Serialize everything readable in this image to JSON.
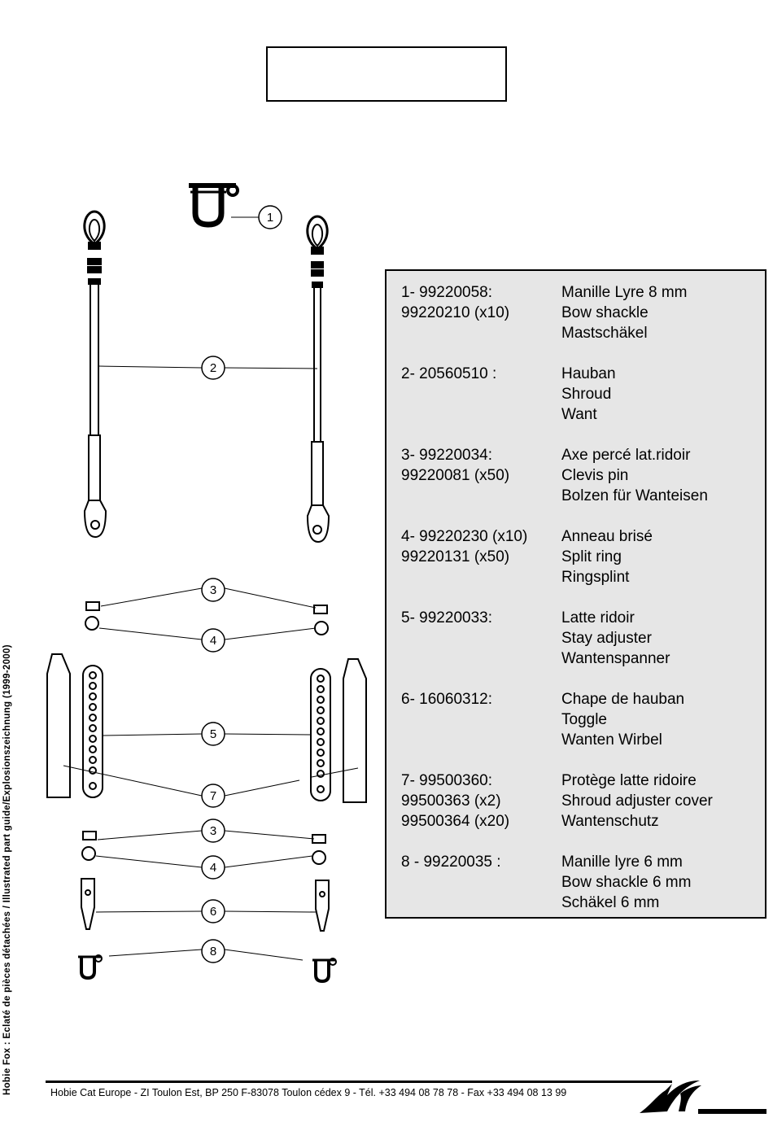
{
  "side_caption": "Hobie  Fox  :  Eclaté  de  pièces  détachées  /  Illustrated  part  guide/Explosionszeichnung  (1999-2000)",
  "callouts": [
    "1",
    "2",
    "3",
    "4",
    "5",
    "7",
    "3",
    "4",
    "6",
    "8"
  ],
  "parts": [
    {
      "ref": [
        "1-  99220058:",
        "     99220210 (x10)"
      ],
      "desc": [
        "Manille Lyre 8 mm",
        "Bow shackle",
        "Mastschäkel"
      ]
    },
    {
      "ref": [
        "2-  20560510 :"
      ],
      "desc": [
        "Hauban",
        "Shroud",
        "Want"
      ]
    },
    {
      "ref": [
        "3-  99220034:",
        "     99220081 (x50)"
      ],
      "desc": [
        "Axe percé lat.ridoir",
        "Clevis pin",
        "Bolzen für Wanteisen"
      ]
    },
    {
      "ref": [
        "4-  99220230 (x10)",
        "     99220131 (x50)"
      ],
      "desc": [
        "Anneau brisé",
        "Split ring",
        "Ringsplint"
      ]
    },
    {
      "ref": [
        "5-  99220033:"
      ],
      "desc": [
        "Latte ridoir",
        "Stay adjuster",
        "Wantenspanner"
      ]
    },
    {
      "ref": [
        "6-  16060312:"
      ],
      "desc": [
        "Chape de hauban",
        "Toggle",
        "Wanten Wirbel"
      ]
    },
    {
      "ref": [
        "7- 99500360:",
        "    99500363 (x2)",
        "    99500364 (x20)"
      ],
      "desc": [
        "Protège latte ridoire",
        "Shroud adjuster cover",
        "Wantenschutz"
      ]
    },
    {
      "ref": [
        "8 - 99220035 :"
      ],
      "desc": [
        "Manille lyre 6 mm",
        "Bow shackle 6 mm",
        "Schäkel 6 mm"
      ]
    }
  ],
  "footer": "Hobie Cat Europe - ZI Toulon Est, BP 250 F-83078 Toulon cédex 9 - Tél. +33 494 08 78 78 - Fax +33 494 08 13 99",
  "icons": [
    "bow-shackle-icon",
    "shroud-icon",
    "clevis-pin-icon",
    "split-ring-icon",
    "stay-adjuster-icon",
    "adjuster-cover-icon",
    "toggle-icon",
    "hobie-logo-icon"
  ]
}
